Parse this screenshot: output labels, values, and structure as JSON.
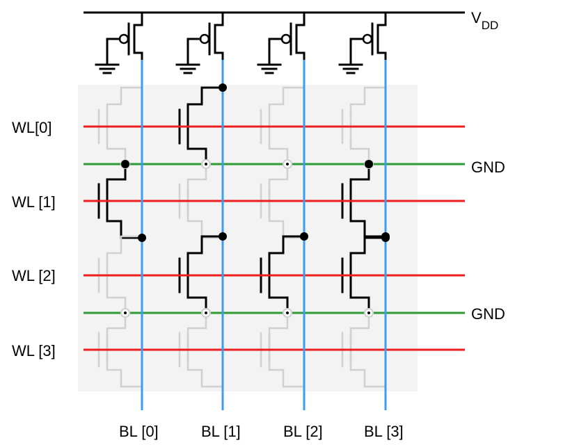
{
  "rail": {
    "vdd": "V",
    "vdd_sub": "DD"
  },
  "wordlines": [
    "WL[0]",
    "WL [1]",
    "WL [2]",
    "WL [3]"
  ],
  "ground_lines": [
    "GND",
    "GND"
  ],
  "bitlines": [
    "BL [0]",
    "BL [1]",
    "BL [2]",
    "BL [3]"
  ],
  "colors": {
    "wordline": "#ee1c1c",
    "ground": "#2e9a36",
    "bitline": "#3b9df0",
    "active_device": "#000000",
    "inactive_device": "#d0d0d0",
    "array_background": "#f3f3f3"
  },
  "cells": [
    {
      "row": 0,
      "col": 0,
      "programmed": false
    },
    {
      "row": 0,
      "col": 1,
      "programmed": true
    },
    {
      "row": 0,
      "col": 2,
      "programmed": false
    },
    {
      "row": 0,
      "col": 3,
      "programmed": false
    },
    {
      "row": 1,
      "col": 0,
      "programmed": true
    },
    {
      "row": 1,
      "col": 1,
      "programmed": false
    },
    {
      "row": 1,
      "col": 2,
      "programmed": false
    },
    {
      "row": 1,
      "col": 3,
      "programmed": true
    },
    {
      "row": 2,
      "col": 0,
      "programmed": false
    },
    {
      "row": 2,
      "col": 1,
      "programmed": true
    },
    {
      "row": 2,
      "col": 2,
      "programmed": true
    },
    {
      "row": 2,
      "col": 3,
      "programmed": true
    },
    {
      "row": 3,
      "col": 0,
      "programmed": false
    },
    {
      "row": 3,
      "col": 1,
      "programmed": false
    },
    {
      "row": 3,
      "col": 2,
      "programmed": false
    },
    {
      "row": 3,
      "col": 3,
      "programmed": false
    }
  ]
}
